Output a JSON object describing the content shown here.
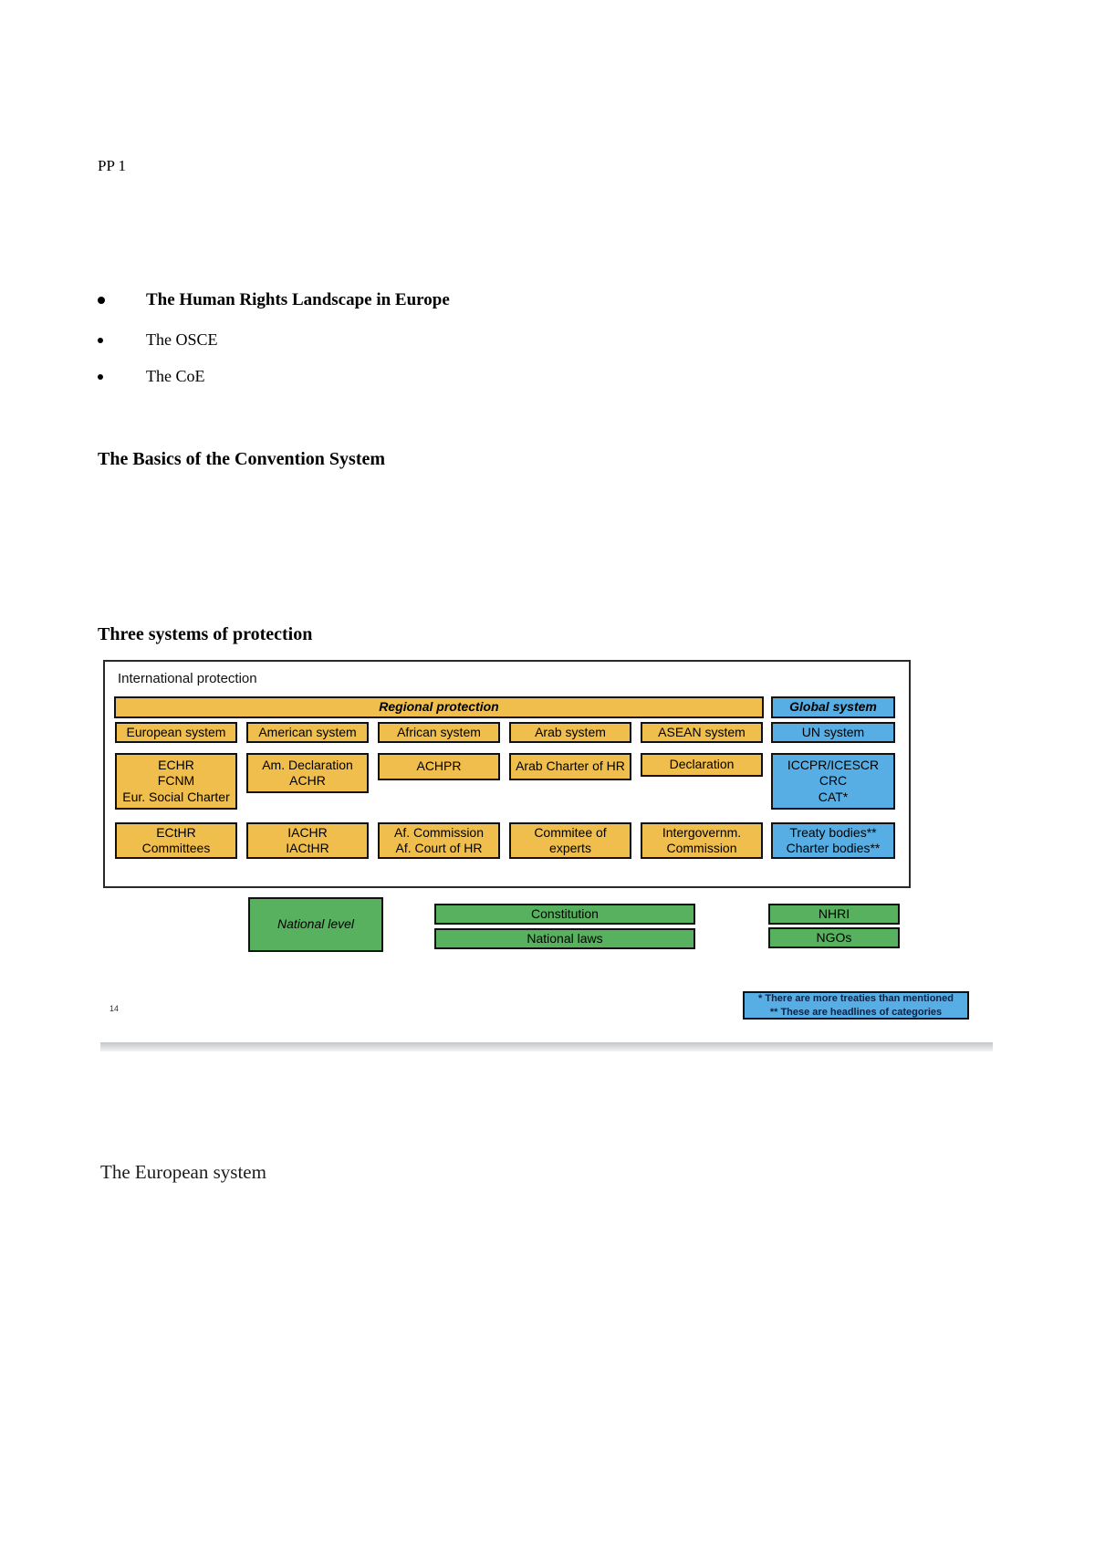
{
  "document": {
    "label": "PP 1",
    "bullets": [
      {
        "label": "The Human Rights Landscape in Europe"
      },
      {
        "label": "The OSCE"
      },
      {
        "label": "The CoE"
      }
    ],
    "section_heading": "The Basics of the Convention System",
    "diagram_heading": "Three systems of protection",
    "closing_text": "The European system"
  },
  "slide": {
    "page_number": "14",
    "international_label": "International protection",
    "regional_banner": "Regional protection",
    "global_banner": "Global system",
    "systems": [
      "European system",
      "American system",
      "African system",
      "Arab system",
      "ASEAN system",
      "UN system"
    ],
    "instruments": {
      "european": [
        "ECHR",
        "FCNM",
        "Eur. Social Charter"
      ],
      "american": [
        "Am. Declaration",
        "ACHR"
      ],
      "african": [
        "ACHPR"
      ],
      "arab": [
        "Arab Charter of HR"
      ],
      "asean": [
        "Declaration"
      ],
      "un": [
        "ICCPR/ICESCR",
        "CRC",
        "CAT*"
      ]
    },
    "bodies": {
      "european": [
        "ECtHR",
        "Committees"
      ],
      "american": [
        "IACHR",
        "IACtHR"
      ],
      "african": [
        "Af. Commission",
        "Af. Court of HR"
      ],
      "arab": [
        "Commitee of",
        "experts"
      ],
      "asean": [
        "Intergovernm.",
        "Commission"
      ],
      "un": [
        "Treaty bodies**",
        "Charter bodies**"
      ]
    },
    "national": {
      "level_label": "National level",
      "center_items": [
        "Constitution",
        "National laws"
      ],
      "right_items": [
        "NHRI",
        "NGOs"
      ]
    },
    "footnotes": [
      "* There are more treaties than mentioned",
      "** These are headlines of categories"
    ],
    "colors": {
      "regional_yellow": "#F0BE4C",
      "global_blue": "#56AEE4",
      "national_green": "#58B15F"
    }
  }
}
